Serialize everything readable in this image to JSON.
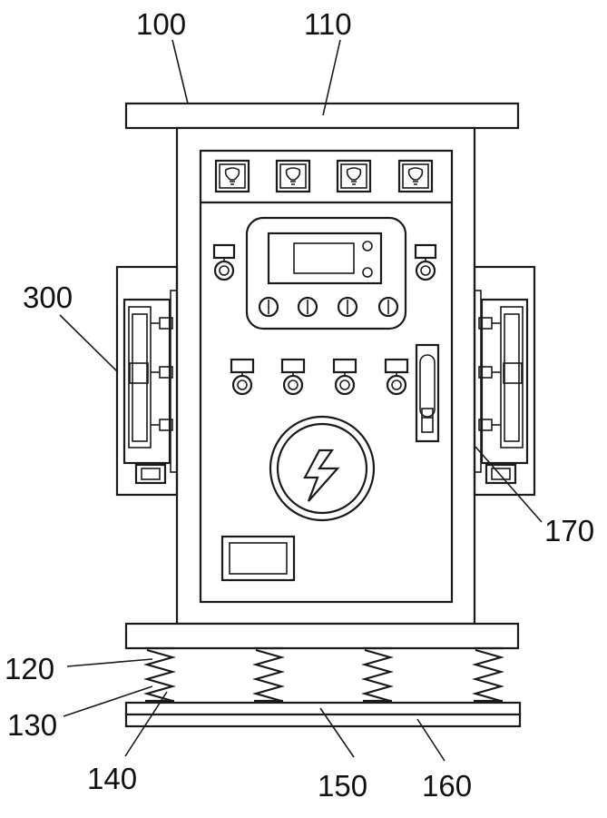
{
  "labels": {
    "l100": "100",
    "l110": "110",
    "l300": "300",
    "l170": "170",
    "l120": "120",
    "l130": "130",
    "l140": "140",
    "l150": "150",
    "l160": "160"
  },
  "icons": {
    "top_indicators": "lightbulb-icon",
    "center_emblem": "lightning-bolt-icon"
  },
  "colors": {
    "line": "#1a1a1a",
    "background": "#ffffff"
  }
}
